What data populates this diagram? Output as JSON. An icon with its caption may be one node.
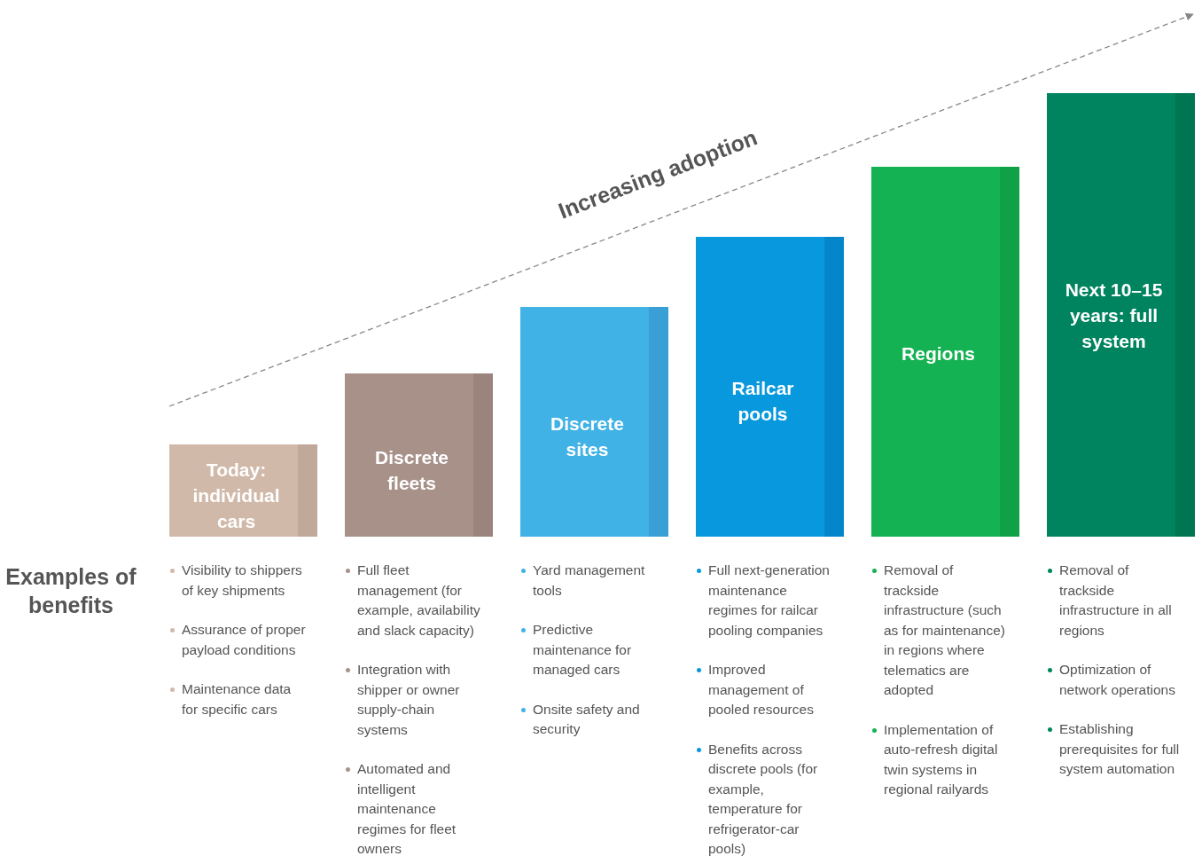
{
  "diagram": {
    "nodes": [
      {
        "text": [
          "Today: individual cars"
        ],
        "beside": [
          "Visibility to shippers of key shipments",
          "Assurance of proper payload conditions",
          "Maintenance data for specific cars"
        ]
      },
      {
        "text": [
          "Discrete fleets"
        ],
        "beside": [
          "Full fleet management (for example, availability and slack capacity)",
          "Integration with shipper or owner supply-chain systems",
          "Automated and intelligent maintenance regimes for fleet owners"
        ]
      },
      {
        "text": [
          "Discrete sites"
        ],
        "beside": [
          "Yard management tools",
          "Predictive maintenance for managed cars",
          "Onsite safety and security"
        ]
      },
      {
        "text": [
          "Railcar pools"
        ],
        "beside": [
          "Full next-generation maintenance regimes for railcar pooling companies",
          "Improved management of pooled resources",
          "Benefits across discrete pools (for example, temperature for refrigerator-car pools)"
        ]
      },
      {
        "text": [
          "Regions"
        ],
        "beside": [
          "Removal of trackside infrastructure (such as for maintenance) in regions where telematics are adopted",
          "Implementation of auto-refresh digital twin systems in regional railyards"
        ]
      },
      {
        "text": [
          "Next 10–15 years: full system"
        ],
        "beside": [
          "Removal of trackside infrastructure in all regions",
          "Optimization of network operations",
          "Establishing prerequisites for full system automation"
        ]
      }
    ],
    "labels": [
      "Increasing adoption",
      "Examples of benefits"
    ]
  }
}
